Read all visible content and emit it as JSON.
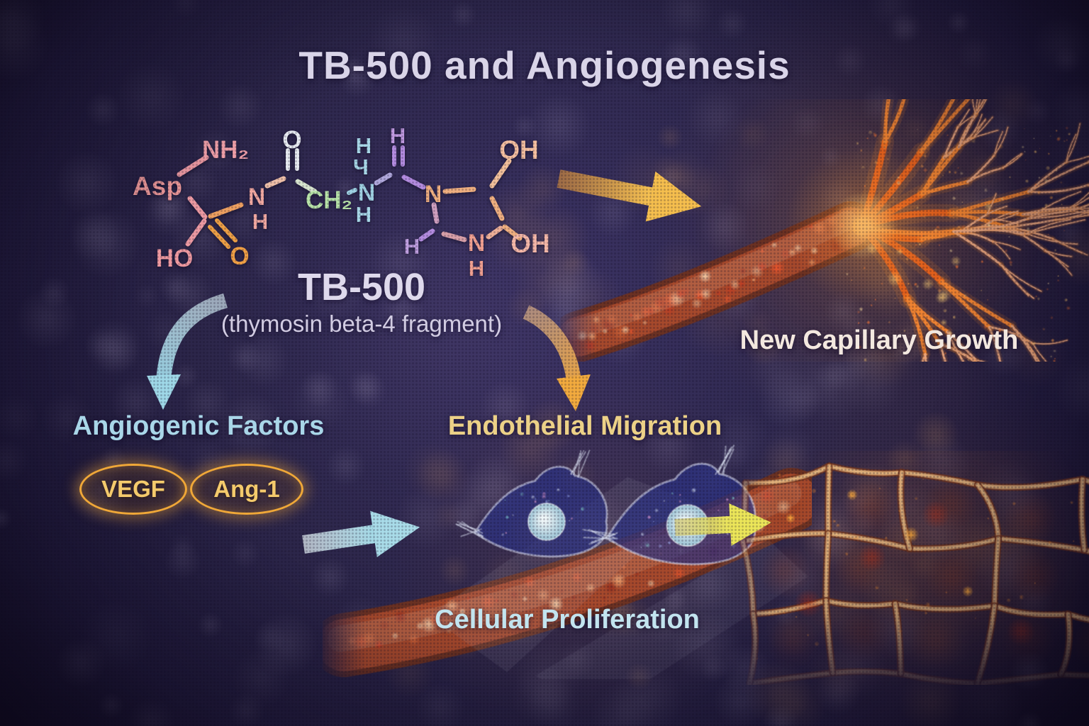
{
  "title": "TB-500 and Angiogenesis",
  "molecule": {
    "name": "TB-500",
    "subtitle": "(thymosin beta-4 fragment)",
    "atoms": {
      "asp": "Asp",
      "nh2": "NH₂",
      "ho": "HO",
      "o_carboxyl": "O",
      "n_amide": "N",
      "h_amide": "H",
      "o_carbonyl": "O",
      "ch2": "CH₂",
      "h_amine_top": "H",
      "h_amine_glyph": "Ч",
      "n_amine": "N",
      "h_amine_bottom": "H",
      "h_ring_top": "H",
      "n_ring_right": "N",
      "h_ring_left": "H",
      "n_ring_bottom": "N",
      "h_ring_bottom": "H",
      "oh_top": "OH",
      "oh_bottom": "OH"
    }
  },
  "labels": {
    "angiogenic_factors": "Angiogenic Factors",
    "endothelial_migration": "Endothelial Migration",
    "new_capillary_growth": "New Capillary Growth",
    "cellular_proliferation": "Cellular Proliferation"
  },
  "badges": {
    "vegf": "VEGF",
    "ang1": "Ang-1"
  },
  "colors": {
    "background": "#2d274b",
    "title_text": "#d9d4e8",
    "blue_label": "#a9d6e8",
    "gold_label": "#ecd187",
    "white_label": "#f3e8df",
    "cyan_label": "#c2e4ef",
    "badge_border": "#f0a838",
    "badge_text": "#f4ca6c",
    "arrow_blue": "#a5dbe8",
    "arrow_orange": "#f2a838",
    "arrow_yellow": "#eee95e",
    "vessel_orange": "#c05530"
  }
}
